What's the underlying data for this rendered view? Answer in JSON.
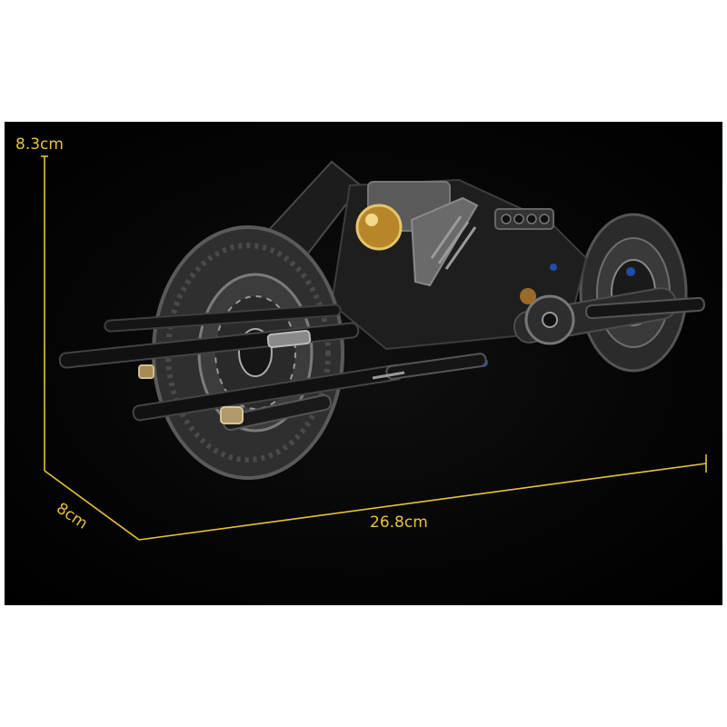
{
  "dimensions": {
    "height": "8.3cm",
    "depth": "8cm",
    "length": "26.8cm"
  },
  "colors": {
    "background": "#000000",
    "dimension_lines": "#e8c23a",
    "frame": "#ffffff"
  }
}
